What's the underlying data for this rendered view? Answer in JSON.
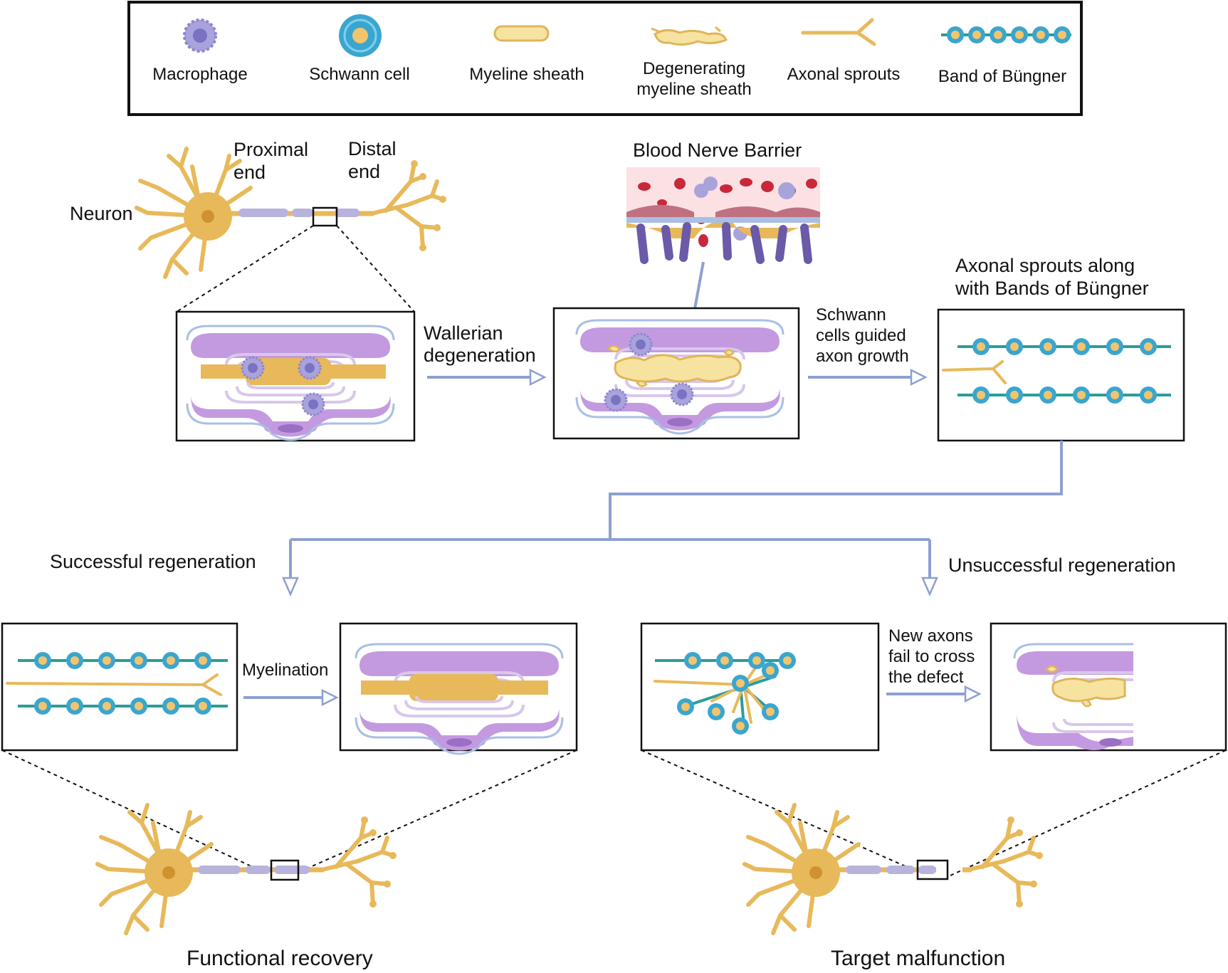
{
  "legend": {
    "items": [
      {
        "label": "Macrophage"
      },
      {
        "label": "Schwann cell"
      },
      {
        "label": "Myeline sheath"
      },
      {
        "label_line1": "Degenerating",
        "label_line2": "myeline sheath"
      },
      {
        "label": "Axonal sprouts"
      },
      {
        "label": "Band of Büngner"
      }
    ]
  },
  "top": {
    "neuron_label": "Neuron",
    "proximal_line1": "Proximal",
    "proximal_line2": "end",
    "distal_line1": "Distal",
    "distal_line2": "end",
    "bnb_label": "Blood Nerve Barrier",
    "wallerian_line1": "Wallerian",
    "wallerian_line2": "degeneration",
    "schwann_line1": "Schwann",
    "schwann_line2": "cells guided",
    "schwann_line3": "axon growth",
    "sprouts_line1": "Axonal sprouts along",
    "sprouts_line2": "with Bands of Büngner"
  },
  "bottom": {
    "successful": "Successful regeneration",
    "unsuccessful": "Unsuccessful regeneration",
    "myelination": "Myelination",
    "fail_line1": "New axons",
    "fail_line2": "fail to cross",
    "fail_line3": "the defect",
    "functional": "Functional recovery",
    "malfunction": "Target malfunction"
  },
  "colors": {
    "axon": "#e8b95a",
    "myelin_light": "#f6e3a0",
    "schwann_blue": "#3aa6d0",
    "band_teal": "#2a9d9a",
    "macrophage": "#a9a3dc",
    "purple": "#b686d6",
    "lavender": "#d5c2e6",
    "arrow": "#8ea0d0",
    "rbc": "#c8283a"
  }
}
